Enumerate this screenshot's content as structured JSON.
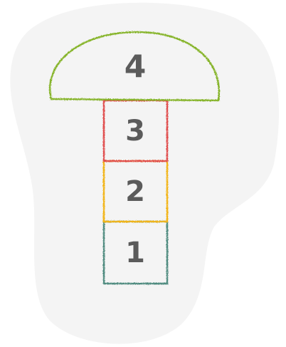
{
  "illustration": {
    "squares": [
      {
        "label": "1",
        "color": "#4e8a7e"
      },
      {
        "label": "2",
        "color": "#f2b418"
      },
      {
        "label": "3",
        "color": "#e04b4b"
      },
      {
        "label": "4",
        "color": "#86b42a"
      }
    ],
    "background_blob_color": "#f4f4f4",
    "number_color": "#5b5b5b"
  }
}
